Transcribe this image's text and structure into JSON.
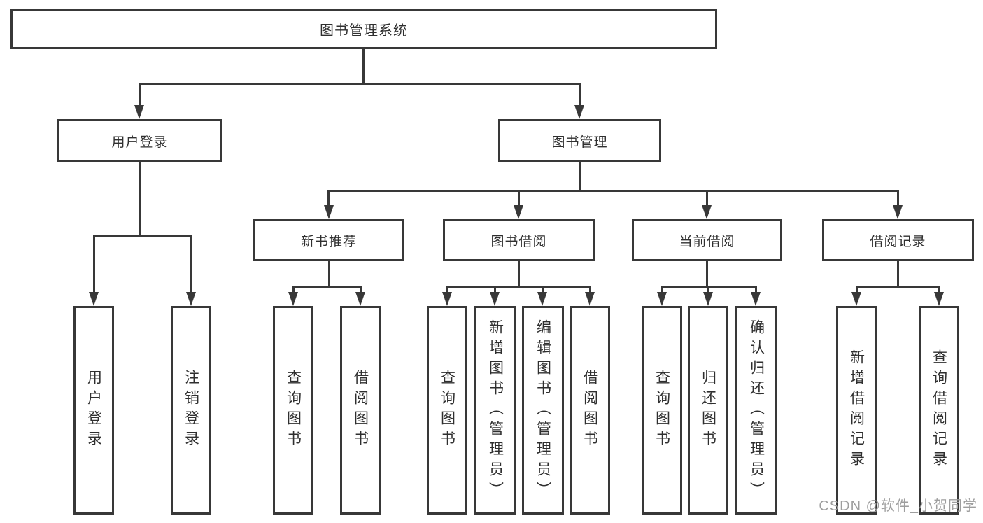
{
  "diagram": {
    "root": {
      "label": "图书管理系统"
    },
    "level2": [
      {
        "label": "用户登录"
      },
      {
        "label": "图书管理"
      }
    ],
    "level3": [
      {
        "label": "新书推荐"
      },
      {
        "label": "图书借阅"
      },
      {
        "label": "当前借阅"
      },
      {
        "label": "借阅记录"
      }
    ],
    "leaves_login": [
      {
        "label": "用户登录"
      },
      {
        "label": "注销登录"
      }
    ],
    "leaves_recommend": [
      {
        "label": "查询图书"
      },
      {
        "label": "借阅图书"
      }
    ],
    "leaves_borrow": [
      {
        "label": "查询图书"
      },
      {
        "label": "新增图书（管理员）"
      },
      {
        "label": "编辑图书（管理员）"
      },
      {
        "label": "借阅图书"
      }
    ],
    "leaves_current": [
      {
        "label": "查询图书"
      },
      {
        "label": "归还图书"
      },
      {
        "label": "确认归还（管理员）"
      }
    ],
    "leaves_records": [
      {
        "label": "新增借阅记录"
      },
      {
        "label": "查询借阅记录"
      }
    ]
  },
  "watermark": {
    "text": "CSDN @软件_小贺同学"
  },
  "colors": {
    "line": "#383838",
    "text": "#2f2f2f",
    "watermark": "#9e9e9e",
    "background": "#ffffff"
  }
}
